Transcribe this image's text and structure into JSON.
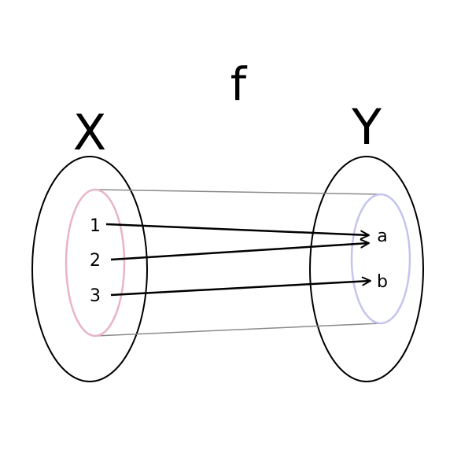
{
  "diagram": {
    "function_label": "f",
    "domain": {
      "label": "X",
      "elements": [
        "1",
        "2",
        "3"
      ]
    },
    "codomain": {
      "label": "Y",
      "elements": [
        "a",
        "b"
      ]
    },
    "mappings": [
      {
        "from": "1",
        "to": "a"
      },
      {
        "from": "2",
        "to": "a"
      },
      {
        "from": "3",
        "to": "b"
      }
    ],
    "colors": {
      "outline": "#000000",
      "domain_inner": "#e8b4c8",
      "codomain_inner": "#c4c4f0",
      "connector": "#8a8a8a",
      "arrow": "#000000"
    }
  }
}
